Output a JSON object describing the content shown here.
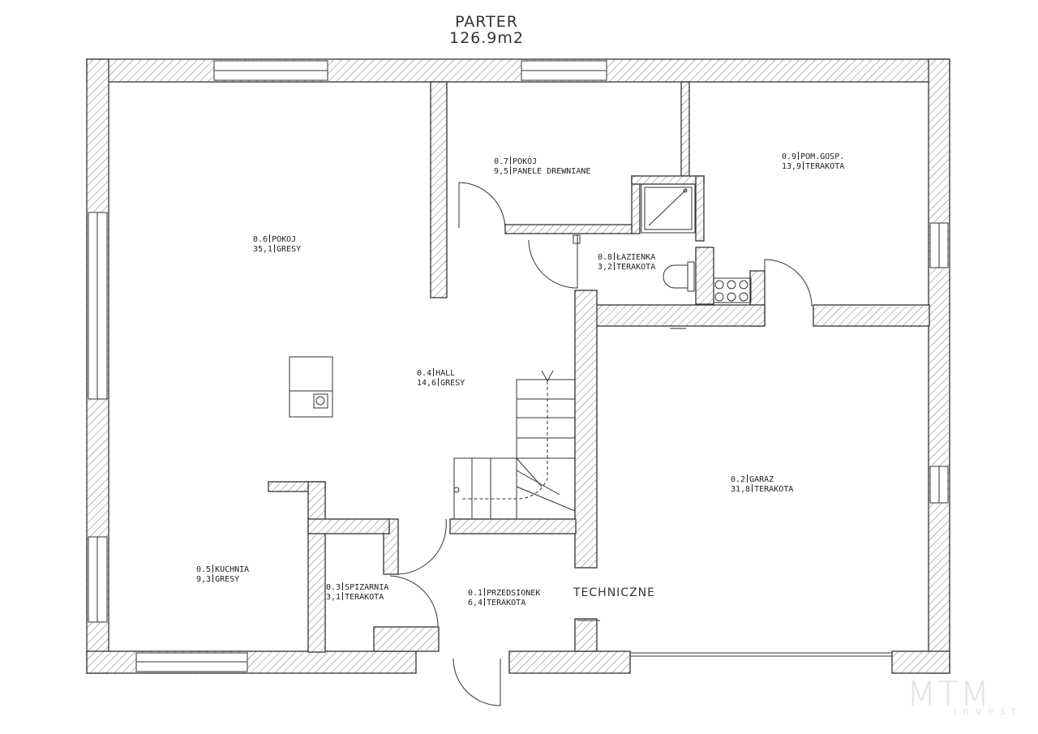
{
  "title": {
    "line1": "PARTER",
    "line2": "126.9m2"
  },
  "rooms": [
    {
      "id": "0.6",
      "name": "POKOJ",
      "area": "35,1",
      "finish": "GRESY"
    },
    {
      "id": "0.7",
      "name": "POKÓJ",
      "area": "9,5",
      "finish": "PANELE DREWNIANE"
    },
    {
      "id": "0.9",
      "name": "POM.GOSP.",
      "area": "13,9",
      "finish": "TERAKOTA"
    },
    {
      "id": "0.8",
      "name": "ŁAZIENKA",
      "area": "3,2",
      "finish": "TERAKOTA"
    },
    {
      "id": "0.4",
      "name": "HALL",
      "area": "14,6",
      "finish": "GRESY"
    },
    {
      "id": "0.2",
      "name": "GARAZ",
      "area": "31,8",
      "finish": "TERAKOTA"
    },
    {
      "id": "0.5",
      "name": "KUCHNIA",
      "area": "9,3",
      "finish": "GRESY"
    },
    {
      "id": "0.3",
      "name": "SPIZARNIA",
      "area": "3,1",
      "finish": "TERAKOTA"
    },
    {
      "id": "0.1",
      "name": "PRZEDSIONEK",
      "area": "6,4",
      "finish": "TERAKOTA"
    }
  ],
  "labels": {
    "technical": "TECHNICZNE"
  },
  "logo": {
    "text": "MTM",
    "sub": "invest"
  },
  "colors": {
    "wall_stroke": "#333333",
    "hatch": "#777777",
    "background": "#ffffff",
    "logo": "#e2e2e2"
  }
}
